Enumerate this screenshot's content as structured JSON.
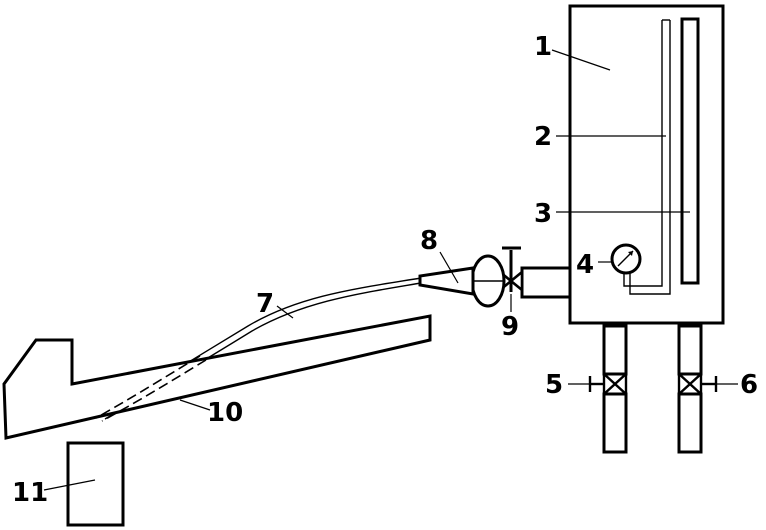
{
  "colors": {
    "stroke": "#000000",
    "background": "#ffffff"
  },
  "labels": {
    "l1": "1",
    "l2": "2",
    "l3": "3",
    "l4": "4",
    "l5": "5",
    "l6": "6",
    "l7": "7",
    "l8": "8",
    "l9": "9",
    "l10": "10",
    "l11": "11"
  },
  "icons": {
    "gauge": "pressure-gauge-icon",
    "valve": "valve-icon"
  }
}
